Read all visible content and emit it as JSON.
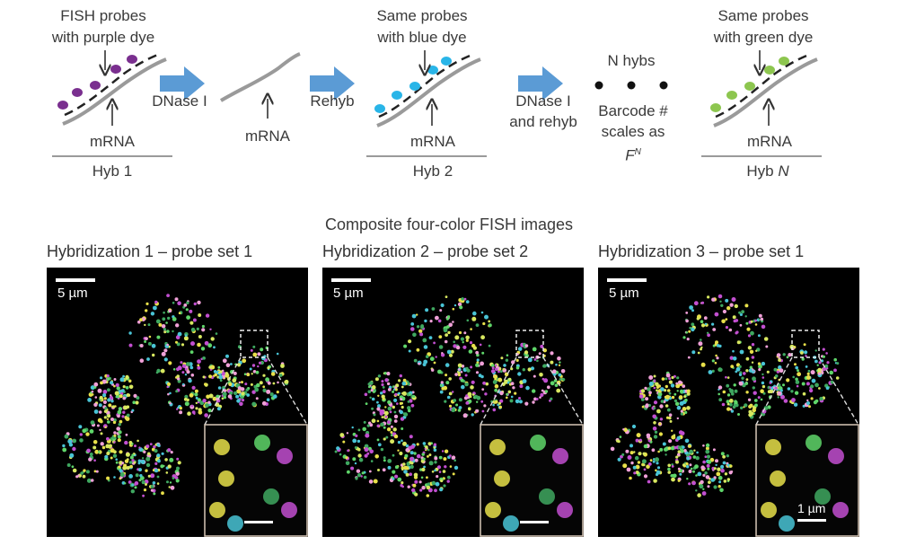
{
  "top": {
    "hyb1_probe_label": [
      "FISH probes",
      "with purple dye"
    ],
    "step1_label": "DNase I",
    "mrna_label": "mRNA",
    "step2_label": "Rehyb",
    "hyb2_probe_label": [
      "Same probes",
      "with blue dye"
    ],
    "step3_label": [
      "DNase I",
      "and rehyb"
    ],
    "n_hybs_label": "N hybs",
    "barcode_label": [
      "Barcode #",
      "scales as"
    ],
    "barcode_formula": "F",
    "barcode_formula_exp": "N",
    "hybn_probe_label": [
      "Same probes",
      "with green dye"
    ],
    "hyb1_caption": "Hyb 1",
    "hyb2_caption": "Hyb 2",
    "hybn_caption_prefix": "Hyb",
    "hybn_caption_var": "N"
  },
  "colors": {
    "purple_dye": "#7a2f8f",
    "blue_dye": "#29b5e8",
    "green_dye": "#8dc64f",
    "arrow": "#5b9bd5"
  },
  "composite_title": "Composite four-color FISH images",
  "panels": [
    {
      "title": "Hybridization 1 – probe set 1",
      "scale_label": "5 µm",
      "inset_scale_label": ""
    },
    {
      "title": "Hybridization 2 – probe set 2",
      "scale_label": "5 µm",
      "inset_scale_label": ""
    },
    {
      "title": "Hybridization 3 – probe set 1",
      "scale_label": "5 µm",
      "inset_scale_label": "1 µm"
    }
  ]
}
